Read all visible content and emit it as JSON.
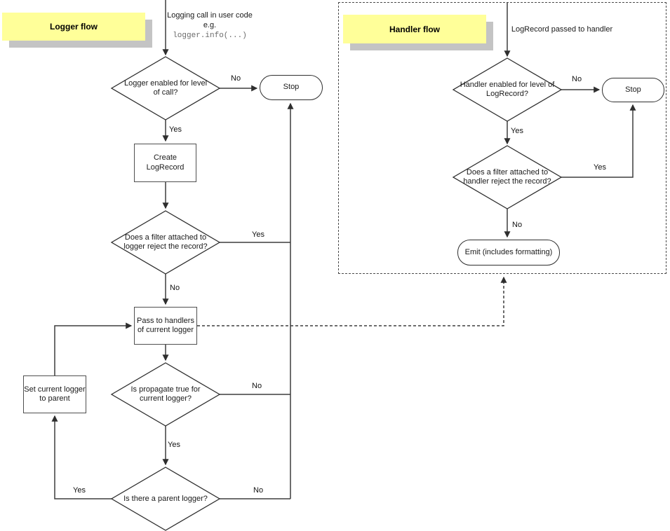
{
  "diagram": {
    "notes": {
      "logger": "Logger flow",
      "handler": "Handler flow"
    },
    "colors": {
      "note_bg": "#ffff99",
      "note_shadow": "#c4c4c4",
      "line": "#3d3d3d",
      "shape_fill": "#ffffff",
      "code_text": "#6b6b6b"
    },
    "logger_flow": {
      "entry_text": "Logging call in user code",
      "entry_eg": "e.g.",
      "entry_code": "logger.info(...)",
      "decision_enabled": "Logger enabled for level of call?",
      "process_create": "Create LogRecord",
      "decision_filter": "Does a filter attached to logger reject the record?",
      "process_pass": "Pass to handlers of current logger",
      "decision_propagate": "Is propagate true for current logger?",
      "decision_parent": "Is there a parent logger?",
      "process_set_parent": "Set current logger to parent",
      "stop": "Stop",
      "labels": {
        "enabled_no": "No",
        "enabled_yes": "Yes",
        "filter_yes": "Yes",
        "filter_no": "No",
        "propagate_no": "No",
        "propagate_yes": "Yes",
        "parent_yes": "Yes",
        "parent_no": "No"
      }
    },
    "handler_flow": {
      "entry_text": "LogRecord passed to handler",
      "decision_enabled": "Handler enabled for level of LogRecord?",
      "decision_filter": "Does a filter attached to handler reject the record?",
      "terminator_emit": "Emit (includes formatting)",
      "stop": "Stop",
      "labels": {
        "enabled_no": "No",
        "enabled_yes": "Yes",
        "filter_yes": "Yes",
        "filter_no": "No"
      }
    }
  }
}
